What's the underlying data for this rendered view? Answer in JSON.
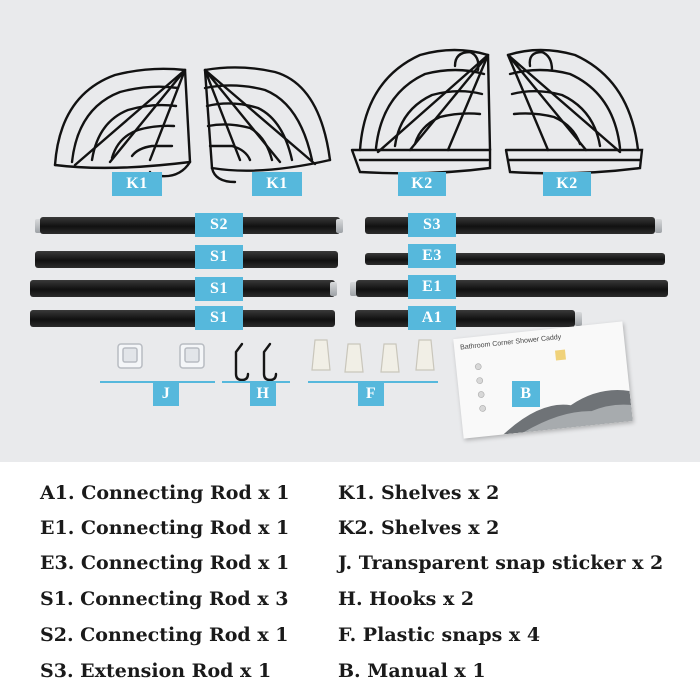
{
  "photo_labels": {
    "k1_left": "K1",
    "k1_right": "K1",
    "k2_left": "K2",
    "k2_right": "K2",
    "s2": "S2",
    "s1_a": "S1",
    "s1_b": "S1",
    "s1_c": "S1",
    "s3": "S3",
    "e3": "E3",
    "e1": "E1",
    "a1": "A1",
    "j": "J",
    "h": "H",
    "f": "F",
    "b": "B"
  },
  "manual": {
    "title": "Bathroom Corner Shower Caddy"
  },
  "parts_left": [
    "A1. Connecting Rod x 1",
    "E1. Connecting Rod x 1",
    "E3. Connecting Rod x 1",
    "S1. Connecting Rod x 3",
    "S2. Connecting Rod x 1",
    "S3. Extension Rod x 1"
  ],
  "parts_right": [
    "K1. Shelves x 2",
    "K2. Shelves x 2",
    "J. Transparent snap sticker x 2",
    "H. Hooks x 2",
    "F. Plastic snaps x 4",
    "B. Manual x 1"
  ],
  "colors": {
    "label_bg": "#56b8dc",
    "label_text": "#ffffff",
    "photo_bg": "#e9eaec",
    "rod": "#151515"
  }
}
